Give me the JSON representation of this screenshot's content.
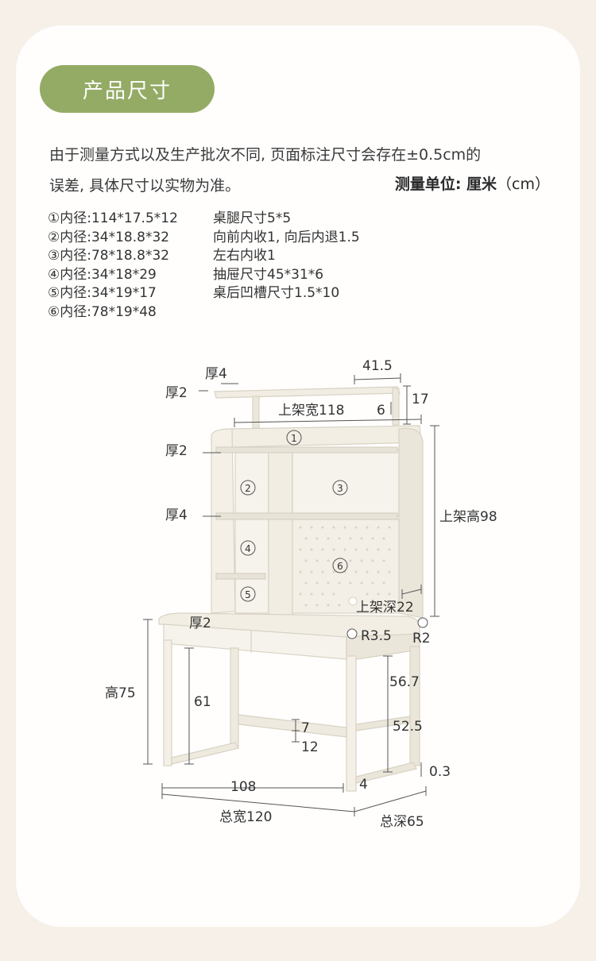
{
  "header": {
    "title": "产品尺寸"
  },
  "description": {
    "line1": "由于测量方式以及生产批次不同, 页面标注尺寸会存在±0.5cm的",
    "line2": "误差, 具体尺寸以实物为准。",
    "unit_label": "测量单位: 厘米",
    "unit_suffix": "（cm）"
  },
  "specs_left": [
    "①内径:114*17.5*12",
    "②内径:34*18.8*32",
    "③内径:78*18.8*32",
    "④内径:34*18*29",
    "⑤内径:34*19*17",
    "⑥内径:78*19*48"
  ],
  "specs_right": [
    "桌腿尺寸5*5",
    "向前内收1, 向后内退1.5",
    "左右内收1",
    "抽屉尺寸45*31*6",
    "桌后凹槽尺寸1.5*10"
  ],
  "diagram": {
    "thick4_top": "厚4",
    "thick2_top": "厚2",
    "d41_5": "41.5",
    "d17": "17",
    "d6": "6",
    "shelf_width": "上架宽118",
    "thick2_mid": "厚2",
    "thick4_mid": "厚4",
    "shelf_height": "上架高98",
    "shelf_depth": "上架深22",
    "thick2_desk": "厚2",
    "r3_5": "R3.5",
    "r2": "R2",
    "height75": "高75",
    "d61": "61",
    "d56_7": "56.7",
    "d52_5": "52.5",
    "d7": "7",
    "d12": "12",
    "d0_3": "0.3",
    "d108": "108",
    "d4": "4",
    "total_width": "总宽120",
    "total_depth": "总深65",
    "c1": "1",
    "c2": "2",
    "c3": "3",
    "c4": "4",
    "c5": "5",
    "c6": "6"
  },
  "colors": {
    "accent": "#94ab65",
    "background": "#f6f0e8",
    "furniture": "#f4f0e6"
  }
}
